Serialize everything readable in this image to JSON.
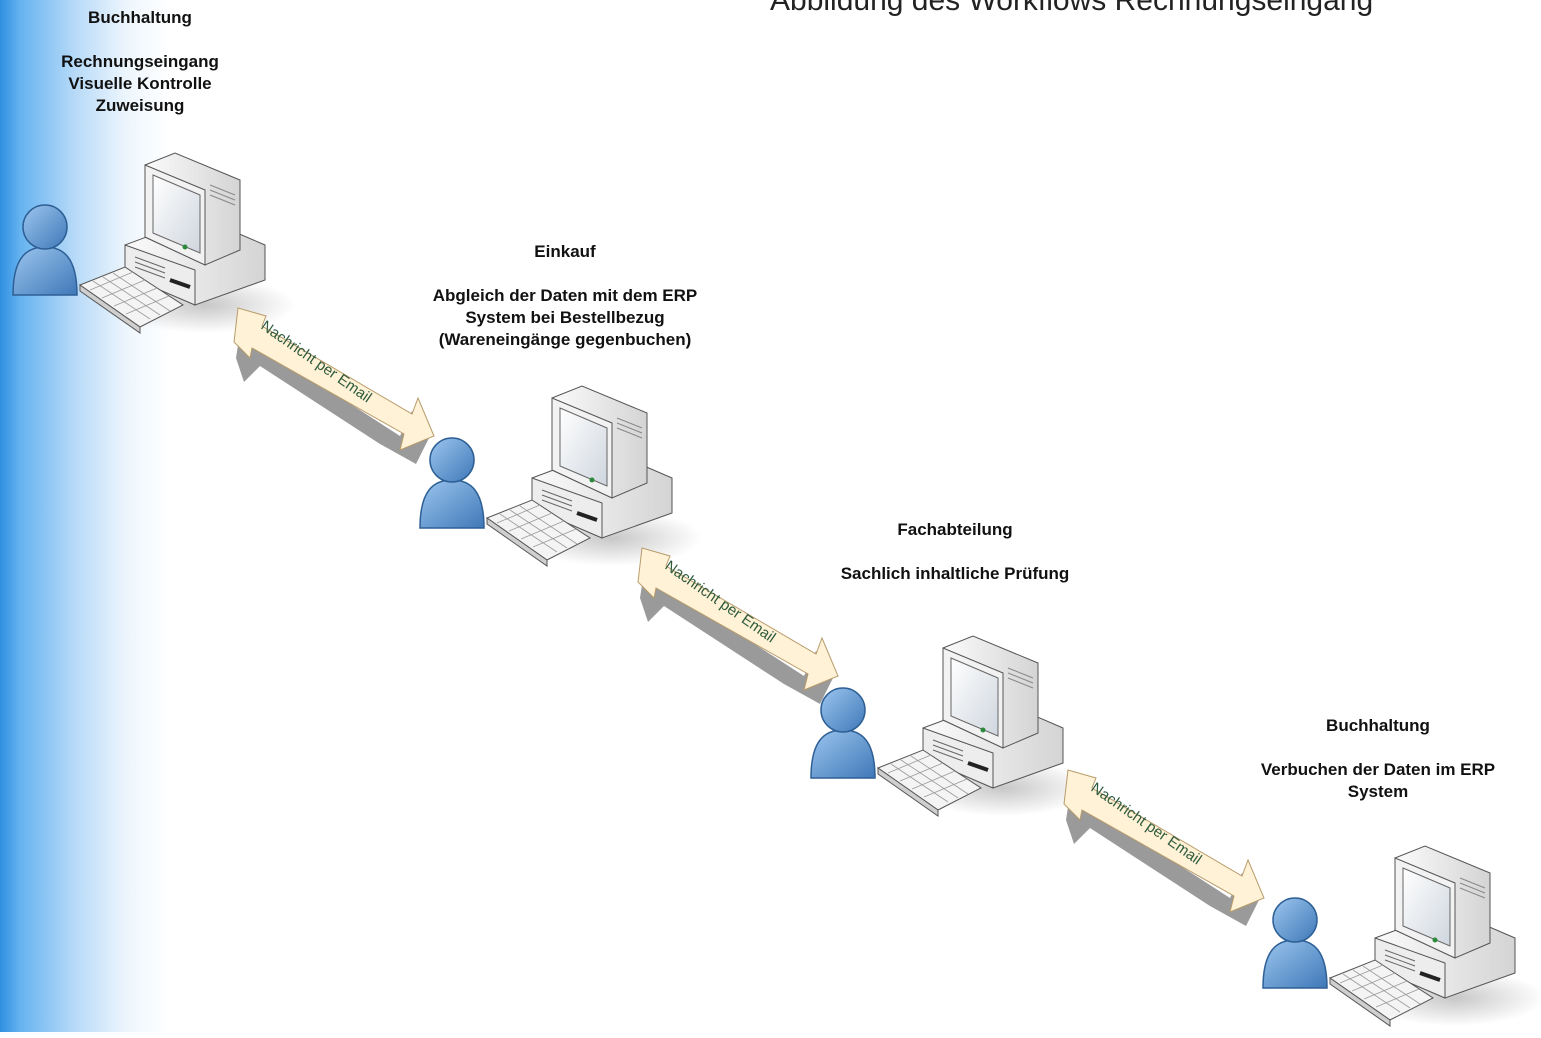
{
  "title": "Abbildung des Workflows Rechnungseingang",
  "steps": [
    {
      "department": "Buchhaltung",
      "tasks": [
        "Rechnungseingang",
        "Visuelle Kontrolle",
        "Zuweisung"
      ]
    },
    {
      "department": "Einkauf",
      "tasks": [
        "Abgleich der Daten mit dem ERP",
        "System bei Bestellbezug",
        "(Wareneingänge gegenbuchen)"
      ]
    },
    {
      "department": "Fachabteilung",
      "tasks": [
        "Sachlich inhaltliche Prüfung"
      ]
    },
    {
      "department": "Buchhaltung",
      "tasks": [
        "Verbuchen der Daten im ERP",
        "System"
      ]
    }
  ],
  "arrows": [
    {
      "label": "Nachricht per Email"
    },
    {
      "label": "Nachricht per Email"
    },
    {
      "label": "Nachricht per Email"
    }
  ],
  "colors": {
    "person_fill": "#5e95d0",
    "arrow_fill": "#fff2d6",
    "arrow_shadow": "#9a9a9a",
    "message_text": "#2e5a3c",
    "side_gradient": "#2f8fe0"
  }
}
